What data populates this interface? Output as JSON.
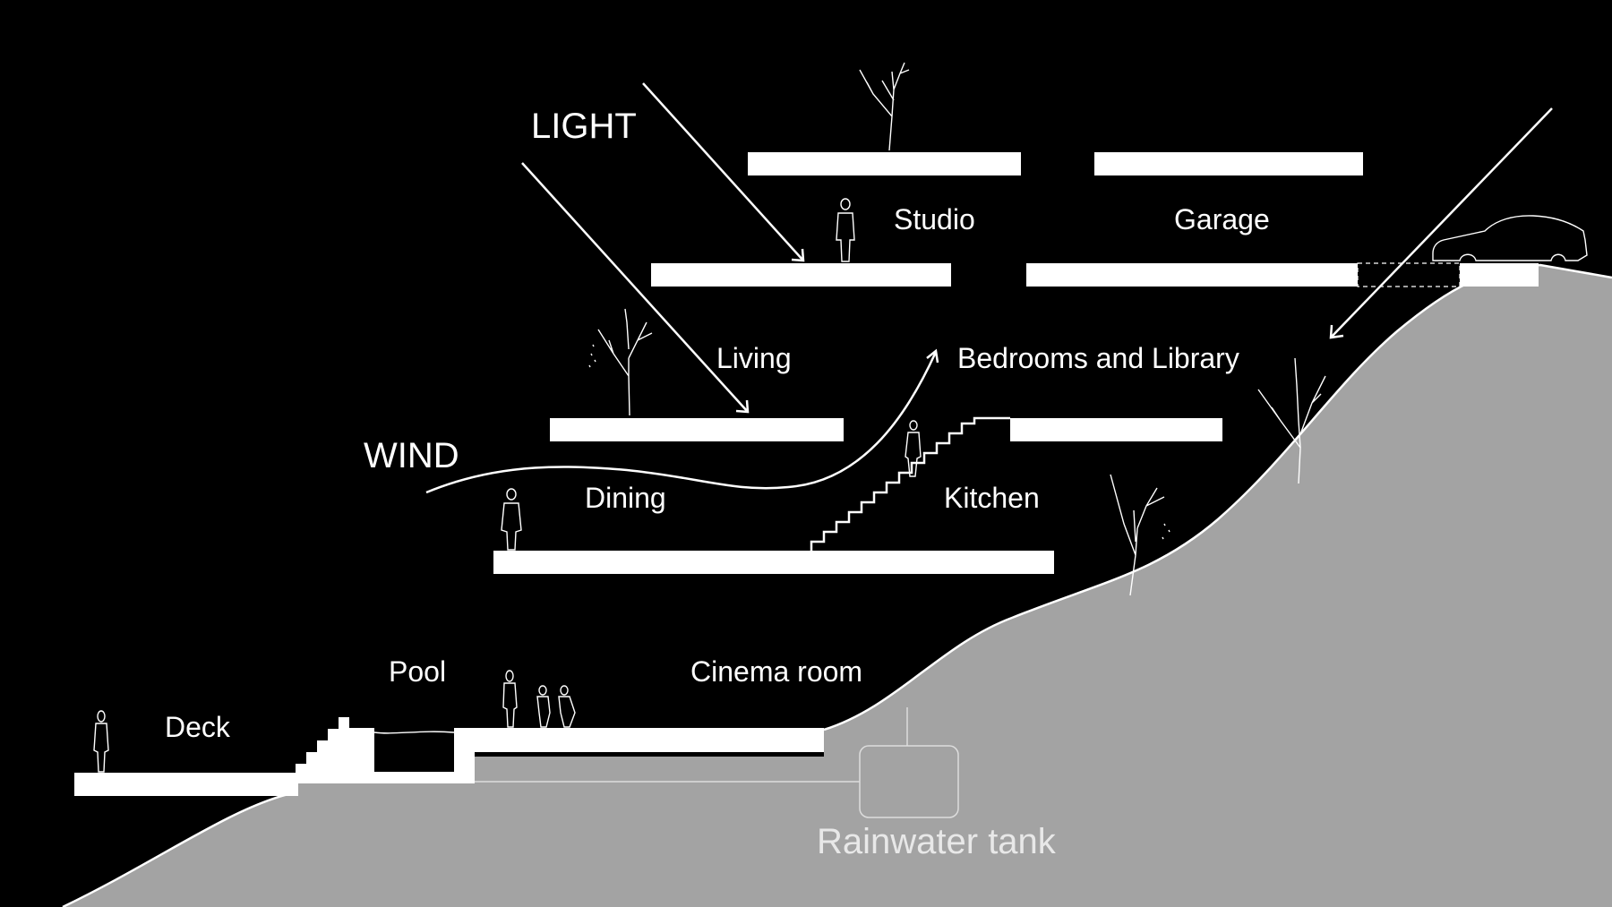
{
  "diagram": {
    "title": "Section diagram of hillside house",
    "colors": {
      "background": "#000000",
      "ground": "#a3a3a3",
      "slab": "#ffffff",
      "text": "#ffffff"
    },
    "annotations": {
      "light": "LIGHT",
      "wind": "WIND"
    },
    "rooms": {
      "studio": "Studio",
      "garage": "Garage",
      "living": "Living",
      "bedrooms_library": "Bedrooms and Library",
      "dining": "Dining",
      "kitchen": "Kitchen",
      "pool": "Pool",
      "cinema_room": "Cinema room",
      "deck": "Deck",
      "rainwater_tank": "Rainwater tank"
    }
  }
}
